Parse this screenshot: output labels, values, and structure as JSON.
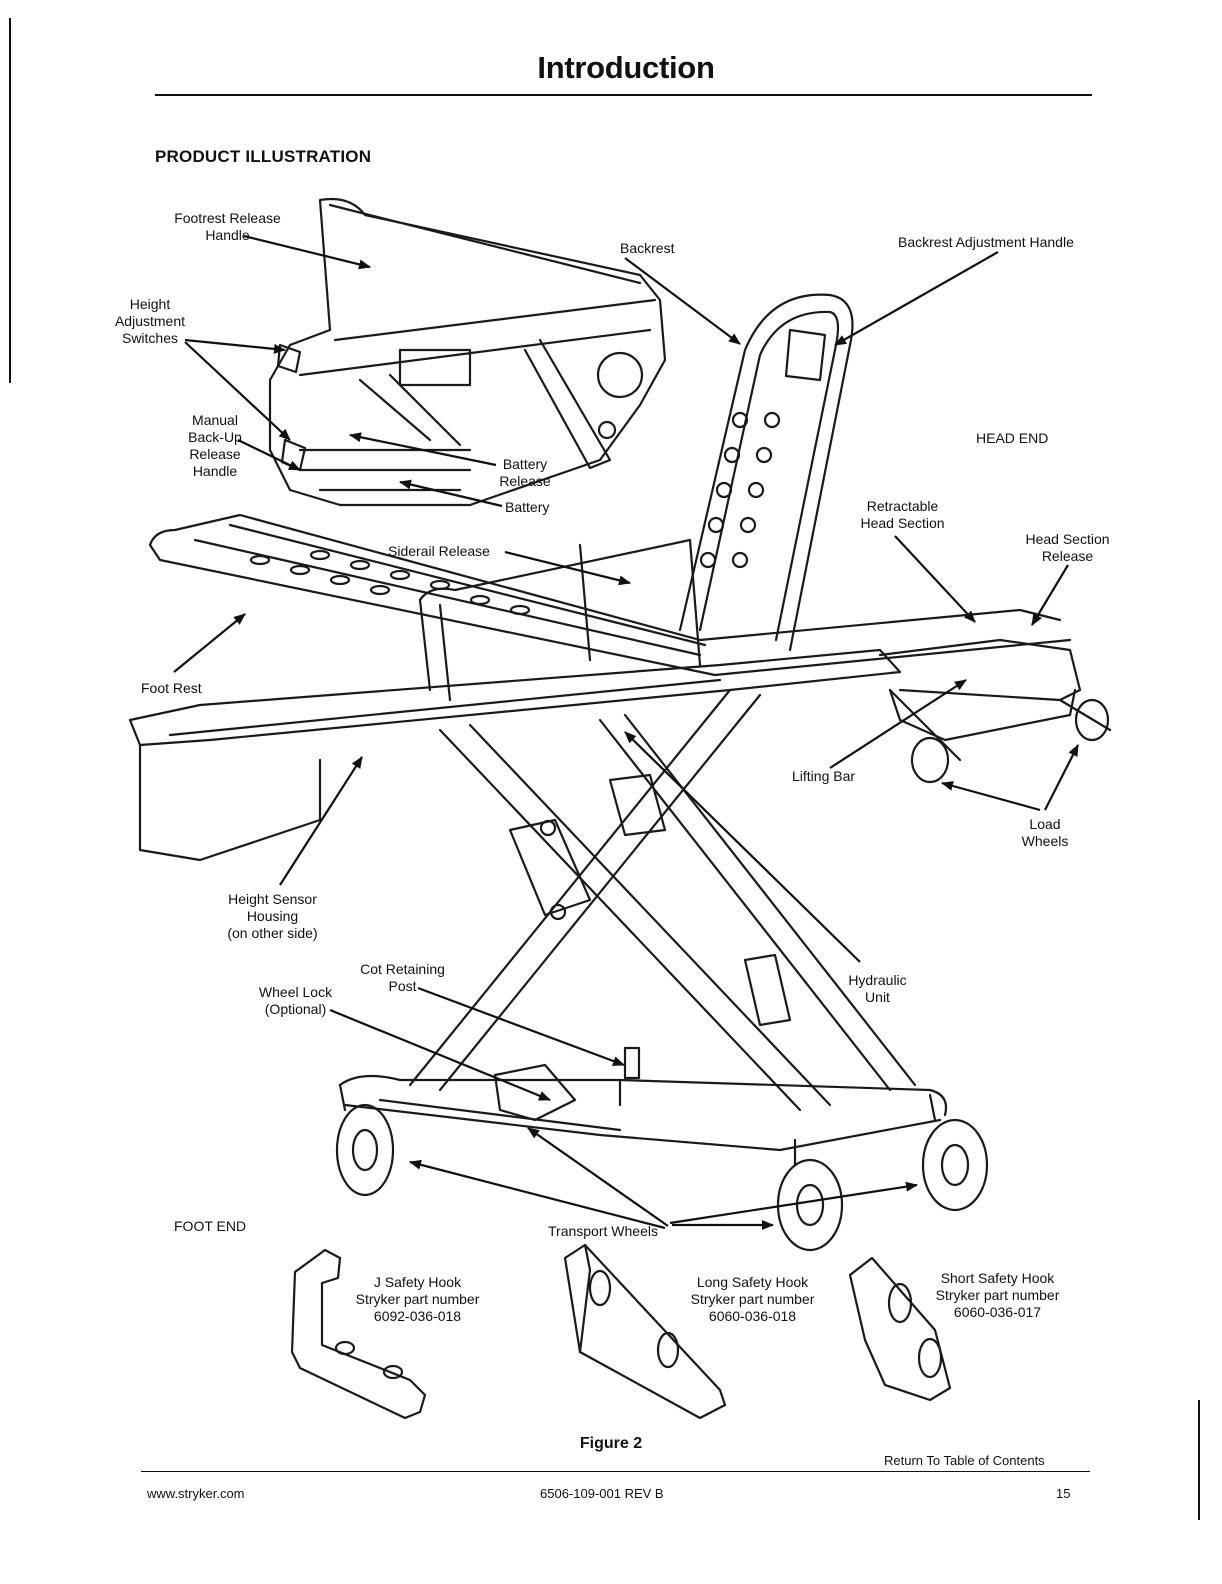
{
  "page": {
    "title": "Introduction",
    "section_heading": "PRODUCT ILLUSTRATION"
  },
  "labels": {
    "footrest_release_handle": [
      "Footrest Release",
      "Handle"
    ],
    "backrest": "Backrest",
    "backrest_adjustment_handle": "Backrest Adjustment Handle",
    "height_adjustment_switches": [
      "Height",
      "Adjustment",
      "Switches"
    ],
    "manual_backup_release_handle": [
      "Manual",
      "Back-Up",
      "Release",
      "Handle"
    ],
    "battery_release": [
      "Battery",
      "Release"
    ],
    "battery": "Battery",
    "head_end": "HEAD END",
    "retractable_head_section": [
      "Retractable",
      "Head Section"
    ],
    "head_section_release": [
      "Head Section",
      "Release"
    ],
    "siderail_release": "Siderail Release",
    "foot_rest": "Foot Rest",
    "lifting_bar": "Lifting Bar",
    "load_wheels": [
      "Load",
      "Wheels"
    ],
    "height_sensor_housing": [
      "Height Sensor",
      "Housing",
      "(on other side)"
    ],
    "cot_retaining_post": [
      "Cot Retaining",
      "Post"
    ],
    "wheel_lock": [
      "Wheel Lock",
      "(Optional)"
    ],
    "hydraulic_unit": [
      "Hydraulic",
      "Unit"
    ],
    "foot_end": "FOOT END",
    "transport_wheels": "Transport Wheels"
  },
  "safety_hooks": [
    {
      "name": "J Safety Hook",
      "line2": "Stryker part number",
      "part": "6092-036-018"
    },
    {
      "name": "Long Safety Hook",
      "line2": "Stryker part number",
      "part": "6060-036-018"
    },
    {
      "name": "Short Safety Hook",
      "line2": "Stryker part number",
      "part": "6060-036-017"
    }
  ],
  "figure_caption": "Figure 2",
  "toc_link": "Return To Table of Contents",
  "footer": {
    "website": "www.stryker.com",
    "doc_number": "6506-109-001 REV B",
    "page_number": "15"
  }
}
